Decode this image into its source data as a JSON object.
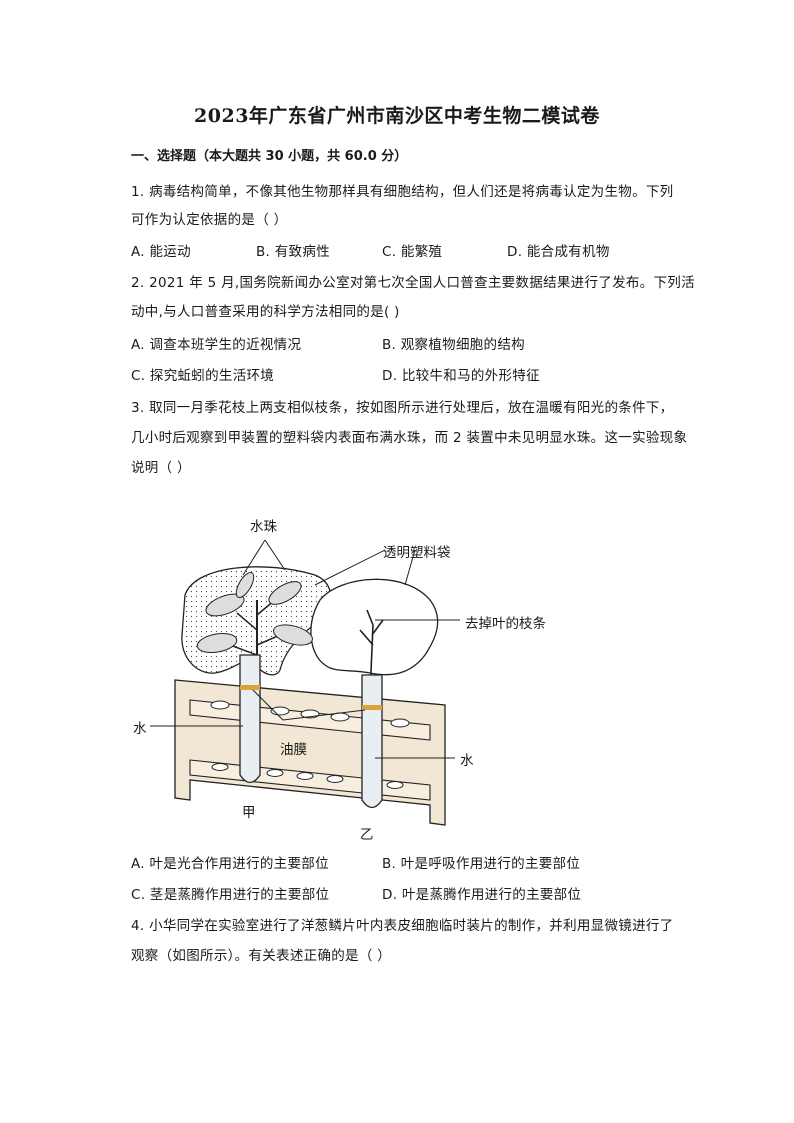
{
  "title": "2023年广东省广州市南沙区中考生物二模试卷",
  "section": "一、选择题（本大题共 30 小题，共 60.0 分）",
  "q1": {
    "line1": "1.   病毒结构简单，不像其他生物那样具有细胞结构，但人们还是将病毒认定为生物。下列",
    "line2": "可作为认定依据的是（      ）",
    "options": [
      "A.  能运动",
      "B.  有致病性",
      "C.  能繁殖",
      "D.  能合成有机物"
    ]
  },
  "q2": {
    "line1": "2.   2021 年 5 月,国务院新闻办公室对第七次全国人口普查主要数据结果进行了发布。下列活",
    "line2": "动中,与人口普查采用的科学方法相同的是( )",
    "options": [
      "A.  调查本班学生的近视情况",
      "B.  观察植物细胞的结构",
      "C.  探究蚯蚓的生活环境",
      "D.  比较牛和马的外形特征"
    ]
  },
  "q3": {
    "line1": "3.   取同一月季花枝上两支相似枝条，按如图所示进行处理后，放在温暖有阳光的条件下，",
    "line2": "几小时后观察到甲装置的塑料袋内表面布满水珠，而 2 装置中未见明显水珠。这一实验现象",
    "line3": "说明（      ）",
    "figure_labels": {
      "water_drops": "水珠",
      "plastic_bag": "透明塑料袋",
      "stripped_branch": "去掉叶的枝条",
      "water_left": "水",
      "oil_film": "油膜",
      "water_right": "水",
      "jia": "甲",
      "yi": "乙"
    },
    "options": [
      "A.  叶是光合作用进行的主要部位",
      "B.  叶是呼吸作用进行的主要部位",
      "C.  茎是蒸腾作用进行的主要部位",
      "D.  叶是蒸腾作用进行的主要部位"
    ]
  },
  "q4": {
    "line1": "4.   小华同学在实验室进行了洋葱鳞片叶内表皮细胞临时装片的制作，并利用显微镜进行了",
    "line2": "观察（如图所示）。有关表述正确的是（      ）"
  }
}
